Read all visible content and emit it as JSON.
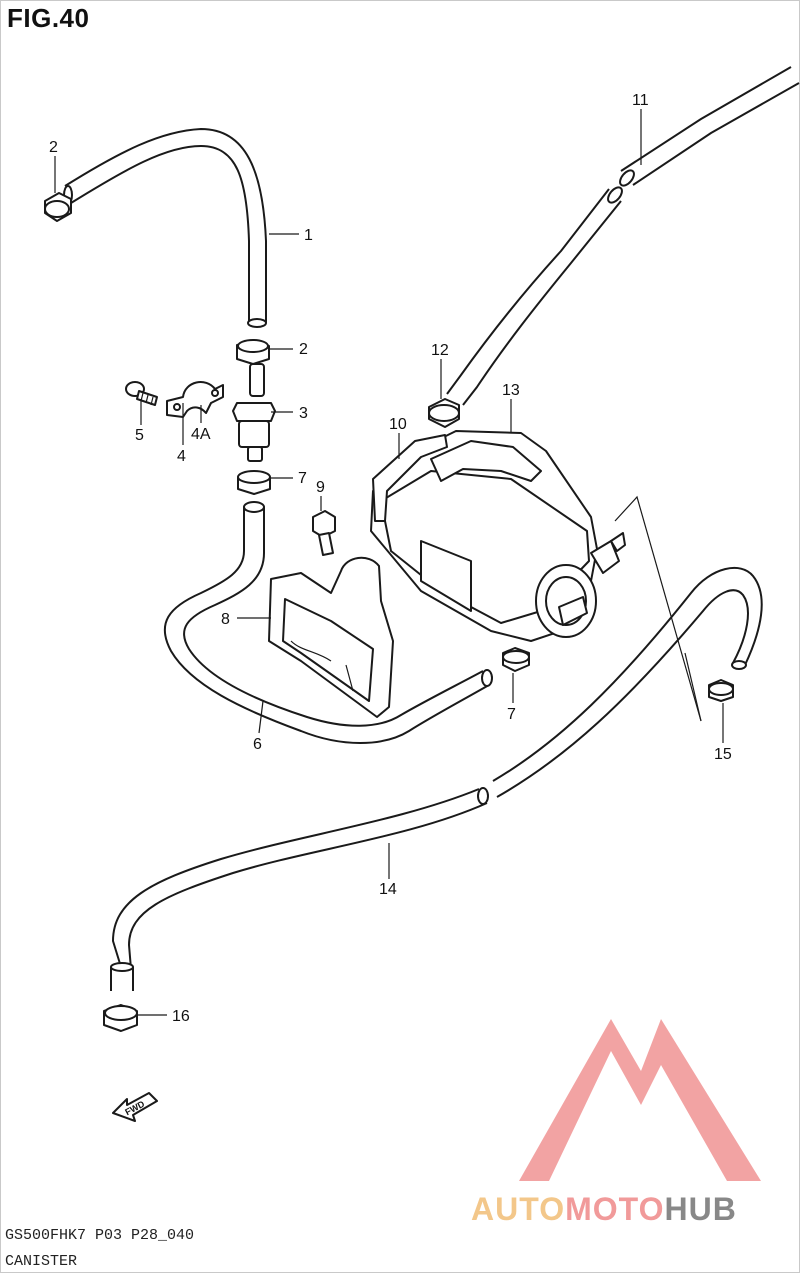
{
  "figure": {
    "title": "FIG.40",
    "model_code": "GS500FHK7  P03 P28_040",
    "section_name": "CANISTER"
  },
  "parts": [
    {
      "id": "p1",
      "label": "1"
    },
    {
      "id": "p2a",
      "label": "2"
    },
    {
      "id": "p2b",
      "label": "2"
    },
    {
      "id": "p3",
      "label": "3"
    },
    {
      "id": "p4",
      "label": "4"
    },
    {
      "id": "p4a",
      "label": "4A"
    },
    {
      "id": "p5",
      "label": "5"
    },
    {
      "id": "p6",
      "label": "6"
    },
    {
      "id": "p7a",
      "label": "7"
    },
    {
      "id": "p7b",
      "label": "7"
    },
    {
      "id": "p8",
      "label": "8"
    },
    {
      "id": "p9",
      "label": "9"
    },
    {
      "id": "p10",
      "label": "10"
    },
    {
      "id": "p11",
      "label": "11"
    },
    {
      "id": "p12",
      "label": "12"
    },
    {
      "id": "p13",
      "label": "13"
    },
    {
      "id": "p14",
      "label": "14"
    },
    {
      "id": "p15",
      "label": "15"
    },
    {
      "id": "p16",
      "label": "16"
    }
  ],
  "direction_marker": "FWD",
  "watermark": {
    "word1": "AUTO",
    "word2": "MOTO",
    "word3": "HUB",
    "color_auto": "#f3c78a",
    "color_moto": "#f19a9a",
    "color_hub": "#888888",
    "logo_color": "#f19a9a"
  }
}
